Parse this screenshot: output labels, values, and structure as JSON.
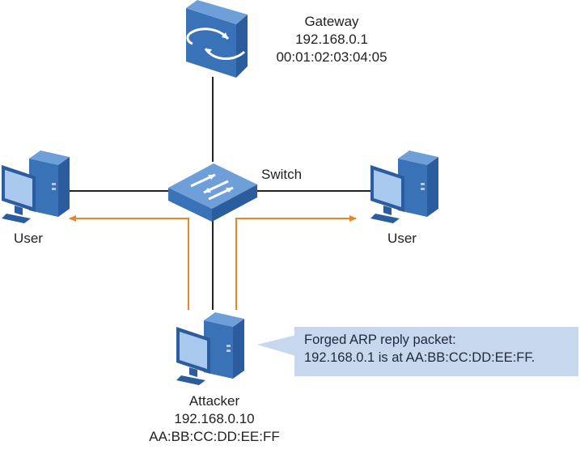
{
  "nodes": {
    "gateway": {
      "name": "Gateway",
      "ip": "192.168.0.1",
      "mac": "00:01:02:03:04:05",
      "icon": "router-icon"
    },
    "switch": {
      "name": "Switch",
      "icon": "switch-icon"
    },
    "user_left": {
      "name": "User",
      "icon": "computer-icon"
    },
    "user_right": {
      "name": "User",
      "icon": "computer-icon"
    },
    "attacker": {
      "name": "Attacker",
      "ip": "192.168.0.10",
      "mac": "AA:BB:CC:DD:EE:FF",
      "icon": "computer-icon"
    }
  },
  "callout": {
    "line1": "Forged ARP reply packet:",
    "line2": "192.168.0.1 is at AA:BB:CC:DD:EE:FF."
  },
  "colors": {
    "link": "#222222",
    "arrow": "#e8852b",
    "device_dark": "#2b5d9e",
    "device_mid": "#3a72b8",
    "device_light": "#6f9fd8",
    "screen": "#a9c8ee",
    "callout_bg": "#c6d7ee"
  }
}
